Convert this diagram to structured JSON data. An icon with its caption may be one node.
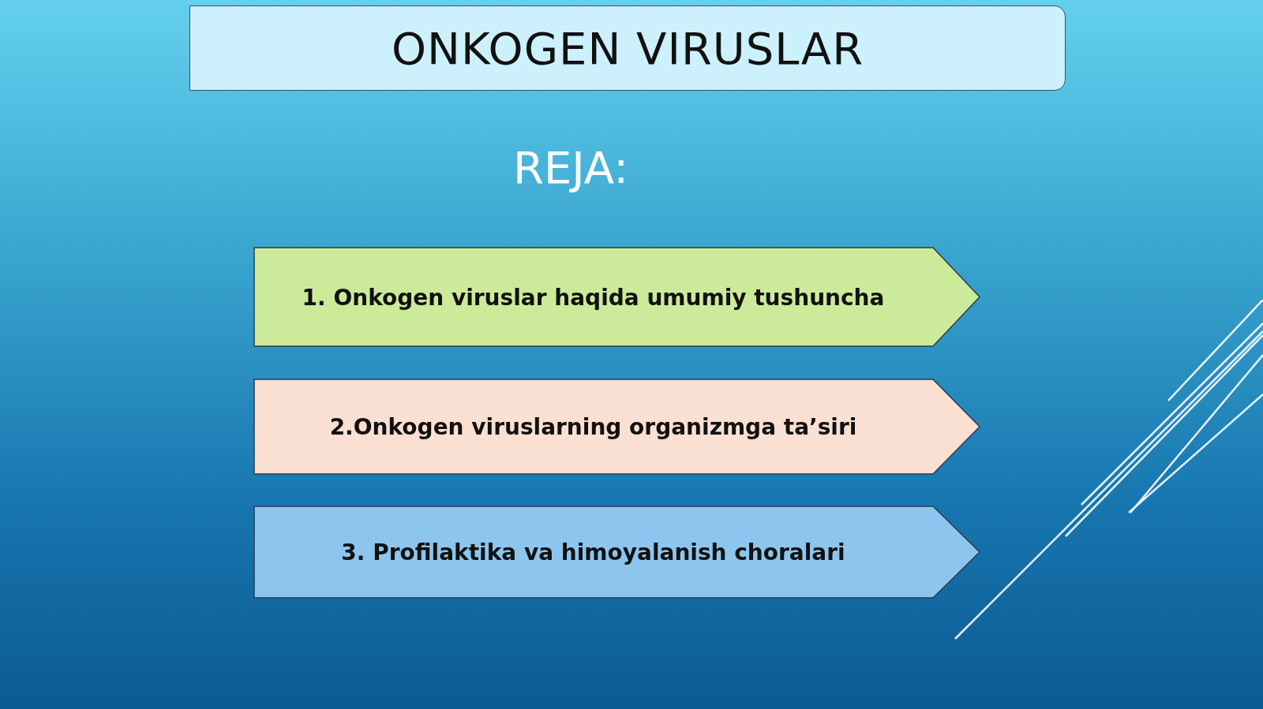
{
  "diagram": {
    "title": "ONKOGEN VIRUSLAR",
    "nodes": [
      {
        "text": [
          "1. Onkogen viruslar haqida umumiy tushuncha"
        ]
      },
      {
        "text": [
          "2.Onkogen viruslarning organizmga ta’siri"
        ]
      },
      {
        "text": [
          "3. Profilaktika va himoyalanish choralari"
        ]
      }
    ],
    "edges": [],
    "labels": [
      "REJA:"
    ]
  }
}
